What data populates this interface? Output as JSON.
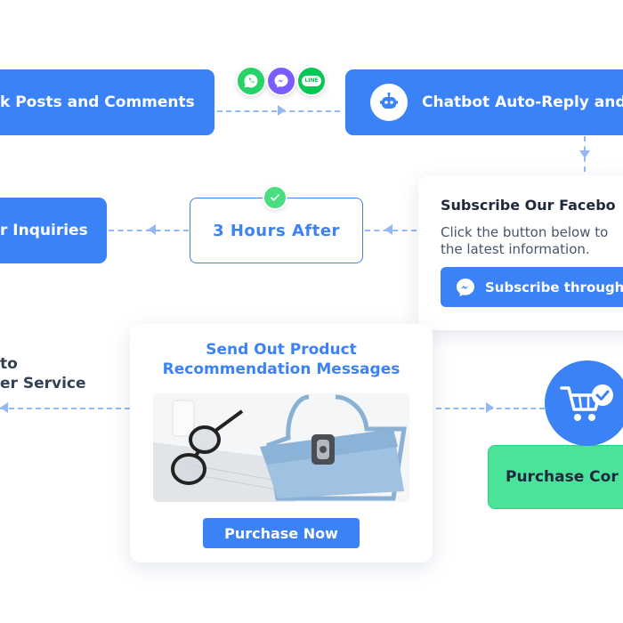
{
  "nodes": {
    "posts": "k Posts and Comments",
    "chatbot": "Chatbot Auto-Reply and",
    "inquiries": "r Inquiries",
    "delay": "3 Hours After",
    "transfer_line1": "to",
    "transfer_line2": "er Service",
    "purchase_complete": "Purchase Cor"
  },
  "subscribe_card": {
    "title": "Subscribe Our Facebo",
    "body_line1": "Click the button below to",
    "body_line2": "the latest information.",
    "button_label": "Subscribe through"
  },
  "product_card": {
    "title_line1": "Send Out Product",
    "title_line2": "Recommendation Messages",
    "button_label": "Purchase Now"
  },
  "social_icons": [
    {
      "icon": "whatsapp-icon",
      "color": "#25d366"
    },
    {
      "icon": "messenger-icon",
      "color": "#7b5cff"
    },
    {
      "icon": "line-icon",
      "color": "#06c755",
      "label": "LINE"
    }
  ],
  "colors": {
    "primary_blue": "#3b82f6",
    "dashed_line": "#93b8f4",
    "success_green": "#4ade80",
    "text_dark": "#1e293b"
  }
}
